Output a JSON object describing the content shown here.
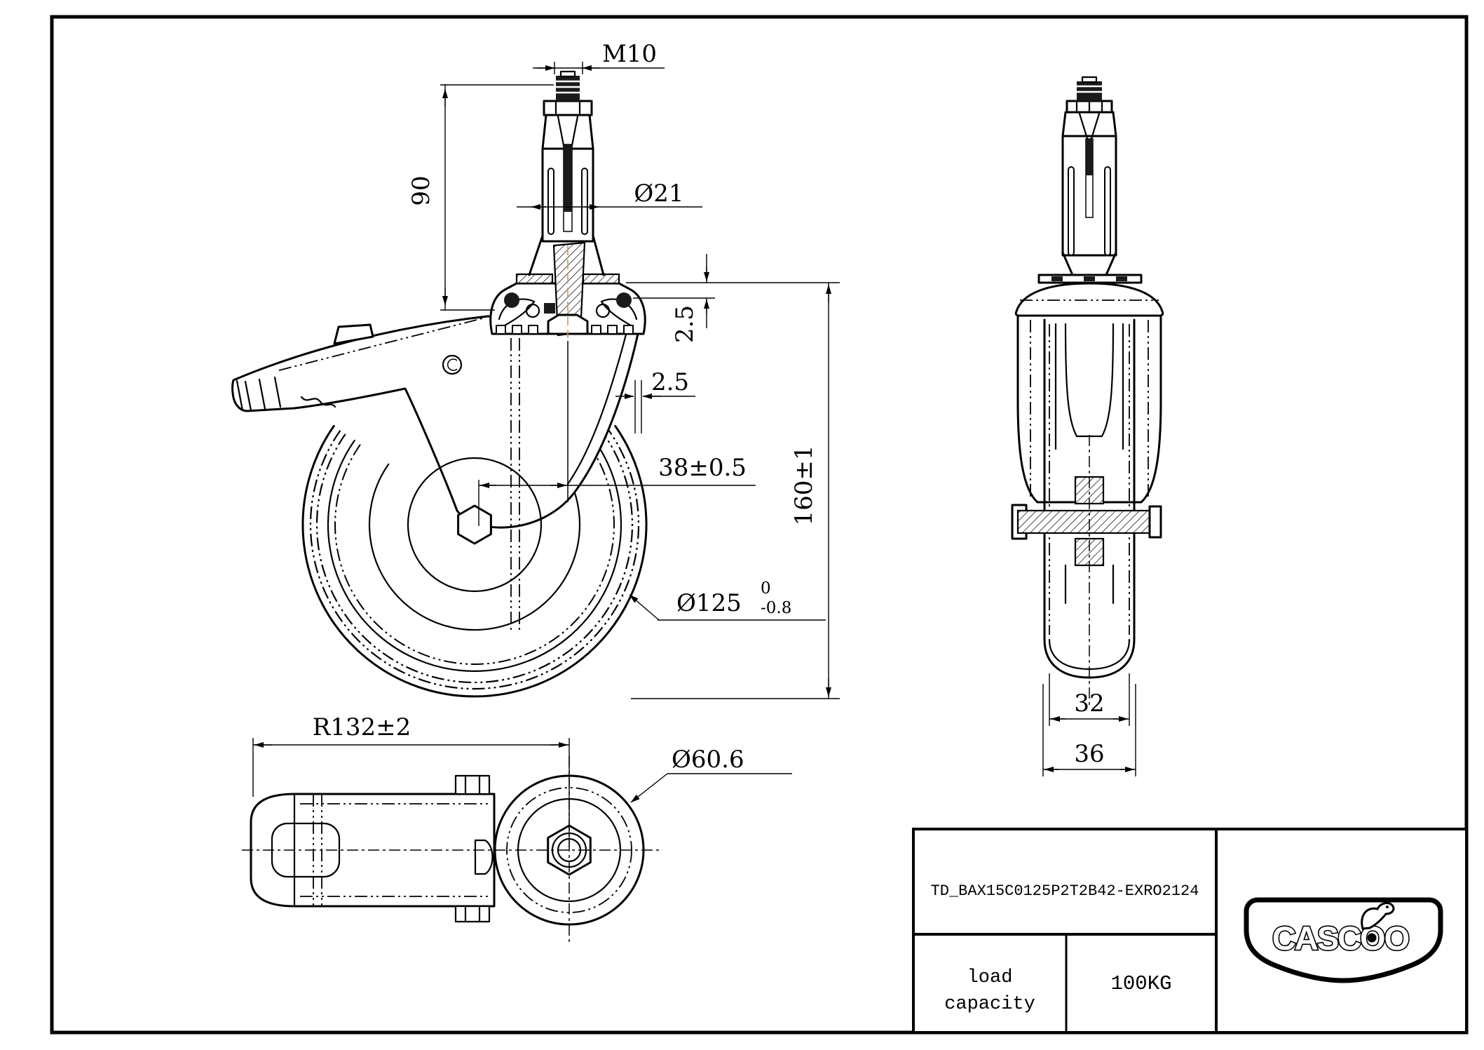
{
  "drawing": {
    "type": "technical-drawing",
    "subject": "swivel caster with expander stem and brake, three orthographic views",
    "colors": {
      "ink": "#000000",
      "paper": "#ffffff",
      "accent_centerline": "#c8965a"
    },
    "dimensions": {
      "thread": "M10",
      "stem_height": "90",
      "stem_diameter": "Ø21",
      "plate_offset_v": "2.5",
      "plate_offset_h": "2.5",
      "axle_offset": "38±0.5",
      "overall_height": "160±1",
      "wheel_diameter": "Ø125",
      "wheel_diameter_tol_upper": "0",
      "wheel_diameter_tol_lower": "-0.8",
      "swivel_radius": "R132±2",
      "hub_diameter": "Ø60.6",
      "wheel_width_inner": "32",
      "wheel_width_overall": "36"
    },
    "title_block": {
      "part_number": "TD_BAX15C0125P2T2B42-EXRO2124",
      "load_capacity_label_line1": "load",
      "load_capacity_label_line2": "capacity",
      "load_capacity_value": "100KG",
      "brand": "CASCOO"
    }
  }
}
